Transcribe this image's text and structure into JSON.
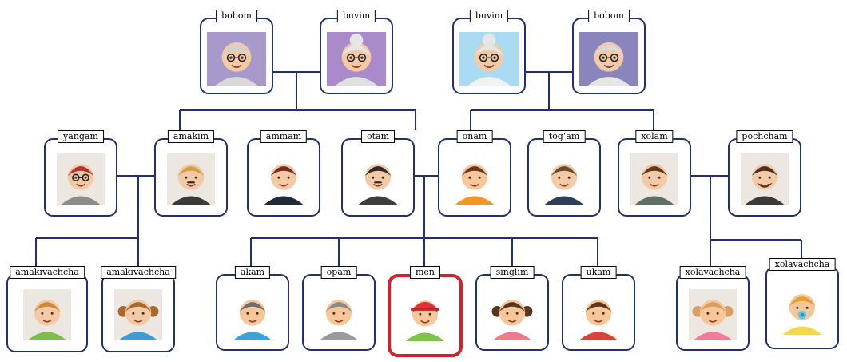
{
  "palette": {
    "line": "#22306b",
    "highlight": "#d5202a",
    "bg_lavender": "#a79acb",
    "bg_purple": "#a98acb",
    "bg_sky": "#a9dcf2",
    "bg_slate": "#8a86bd",
    "bg_cream": "#ece7e0"
  },
  "members": [
    {
      "id": "bobom-paternal",
      "label": "bobom",
      "face": "grandpa-face",
      "bg": "#a79acb",
      "skin": "#f3c9a6",
      "hair": "#d2d2d2",
      "shirt": "#d9d9d9",
      "glasses": true,
      "beard": false,
      "bun": false,
      "cap": false,
      "mustache": false,
      "pigtails": false,
      "pacifier": false
    },
    {
      "id": "buvim-paternal",
      "label": "buvim",
      "face": "grandma-face",
      "bg": "#a98acb",
      "skin": "#f3c9a6",
      "hair": "#e6e6e6",
      "shirt": "#e0e0e0",
      "glasses": true,
      "beard": false,
      "bun": true,
      "cap": false,
      "mustache": false,
      "pigtails": false,
      "pacifier": false
    },
    {
      "id": "buvim-maternal",
      "label": "buvim",
      "face": "grandma-face",
      "bg": "#a9dcf2",
      "skin": "#f3c9a6",
      "hair": "#e6e6e6",
      "shirt": "#f2f2f2",
      "glasses": true,
      "beard": false,
      "bun": true,
      "cap": false,
      "mustache": false,
      "pigtails": false,
      "pacifier": false
    },
    {
      "id": "bobom-maternal",
      "label": "bobom",
      "face": "grandpa-face",
      "bg": "#8a86bd",
      "skin": "#f3c9a6",
      "hair": "#d9d9d9",
      "shirt": "#e6e6e6",
      "glasses": true,
      "beard": true,
      "bun": false,
      "cap": false,
      "mustache": false,
      "pigtails": false,
      "pacifier": false
    },
    {
      "id": "yangam",
      "label": "yangam",
      "face": "aunt-face",
      "bg": "#ece7e0",
      "skin": "#f3c9a6",
      "hair": "#b3322d",
      "shirt": "#8c8c8c",
      "glasses": true,
      "beard": false,
      "bun": false,
      "cap": false,
      "mustache": false,
      "pigtails": false,
      "pacifier": false
    },
    {
      "id": "amakim",
      "label": "amakim",
      "face": "uncle-face",
      "bg": "#ece7e0",
      "skin": "#f3c9a6",
      "hair": "#d1a24a",
      "shirt": "#3a3a3a",
      "glasses": false,
      "beard": false,
      "bun": false,
      "cap": false,
      "mustache": true,
      "pigtails": false,
      "pacifier": false
    },
    {
      "id": "ammam",
      "label": "ammam",
      "face": "aunt-face",
      "bg": "#ffffff",
      "skin": "#f3c9a6",
      "hair": "#7a2a20",
      "shirt": "#1f2a3a",
      "glasses": false,
      "beard": false,
      "bun": false,
      "cap": false,
      "mustache": false,
      "pigtails": false,
      "pacifier": false
    },
    {
      "id": "otam",
      "label": "otam",
      "face": "father-face",
      "bg": "#ffffff",
      "skin": "#f3c9a6",
      "hair": "#2b2b2b",
      "shirt": "#3d3d3d",
      "glasses": false,
      "beard": false,
      "bun": false,
      "cap": false,
      "mustache": true,
      "pigtails": false,
      "pacifier": false
    },
    {
      "id": "onam",
      "label": "onam",
      "face": "mother-face",
      "bg": "#ffffff",
      "skin": "#f7c79a",
      "hair": "#6b3a1d",
      "shirt": "#f0962b",
      "glasses": false,
      "beard": false,
      "bun": false,
      "cap": false,
      "mustache": false,
      "pigtails": false,
      "pacifier": false
    },
    {
      "id": "togam",
      "label": "tog‘am",
      "face": "uncle-face",
      "bg": "#ffffff",
      "skin": "#f3c9a6",
      "hair": "#6b4a2a",
      "shirt": "#2e3e5a",
      "glasses": false,
      "beard": false,
      "bun": false,
      "cap": false,
      "mustache": false,
      "pigtails": false,
      "pacifier": false
    },
    {
      "id": "xolam",
      "label": "xolam",
      "face": "aunt-face",
      "bg": "#ece7e0",
      "skin": "#f3c9a6",
      "hair": "#5a3a22",
      "shirt": "#5f6f62",
      "glasses": false,
      "beard": false,
      "bun": false,
      "cap": false,
      "mustache": false,
      "pigtails": false,
      "pacifier": false
    },
    {
      "id": "pochcham",
      "label": "pochcham",
      "face": "uncle-face",
      "bg": "#ece7e0",
      "skin": "#f3c9a6",
      "hair": "#4a2f1d",
      "shirt": "#3a3a3a",
      "glasses": false,
      "beard": true,
      "bun": false,
      "cap": false,
      "mustache": false,
      "pigtails": false,
      "pacifier": false
    },
    {
      "id": "amakivachcha-1",
      "label": "amakivachcha",
      "face": "cousin-boy-face",
      "bg": "#ece7e0",
      "skin": "#f3c9a6",
      "hair": "#c98a3a",
      "shirt": "#7bbf4a",
      "glasses": false,
      "beard": false,
      "bun": false,
      "cap": false,
      "mustache": false,
      "pigtails": false,
      "pacifier": false
    },
    {
      "id": "amakivachcha-2",
      "label": "amakivachcha",
      "face": "cousin-girl-face",
      "bg": "#ece7e0",
      "skin": "#f3c9a6",
      "hair": "#a86a2c",
      "shirt": "#3f9ad6",
      "glasses": false,
      "beard": false,
      "bun": false,
      "cap": false,
      "mustache": false,
      "pigtails": true,
      "pacifier": false
    },
    {
      "id": "akam",
      "label": "akam",
      "face": "boy-face",
      "bg": "#ffffff",
      "skin": "#f7c79a",
      "hair": "#6d6d6d",
      "shirt": "#3aa3d8",
      "glasses": false,
      "beard": false,
      "bun": false,
      "cap": false,
      "mustache": false,
      "pigtails": false,
      "pacifier": false
    },
    {
      "id": "opam",
      "label": "opam",
      "face": "girl-face",
      "bg": "#ffffff",
      "skin": "#f7c79a",
      "hair": "#8a8a8a",
      "shirt": "#9a9a9a",
      "glasses": false,
      "beard": false,
      "bun": false,
      "cap": false,
      "mustache": false,
      "pigtails": false,
      "pacifier": false
    },
    {
      "id": "men",
      "label": "men",
      "face": "me-face",
      "bg": "#ffffff",
      "skin": "#f7c79a",
      "hair": "#4a3a2a",
      "shirt": "#7cc44a",
      "glasses": false,
      "beard": false,
      "bun": false,
      "cap": true,
      "mustache": false,
      "pigtails": false,
      "pacifier": false
    },
    {
      "id": "singlim",
      "label": "singlim",
      "face": "sister-face",
      "bg": "#ffffff",
      "skin": "#f7c79a",
      "hair": "#5a3520",
      "shirt": "#f07a8a",
      "glasses": false,
      "beard": false,
      "bun": false,
      "cap": false,
      "mustache": false,
      "pigtails": true,
      "pacifier": false
    },
    {
      "id": "ukam",
      "label": "ukam",
      "face": "brother-face",
      "bg": "#ffffff",
      "skin": "#f7c79a",
      "hair": "#5a3520",
      "shirt": "#d9443a",
      "glasses": false,
      "beard": false,
      "bun": false,
      "cap": false,
      "mustache": false,
      "pigtails": false,
      "pacifier": false
    },
    {
      "id": "xolavachcha-1",
      "label": "xolavachcha",
      "face": "cousin-girl-face",
      "bg": "#ece7e0",
      "skin": "#f7c79a",
      "hair": "#d8a060",
      "shirt": "#f27a9a",
      "glasses": false,
      "beard": false,
      "bun": false,
      "cap": false,
      "mustache": false,
      "pigtails": true,
      "pacifier": false
    },
    {
      "id": "xolavachcha-2",
      "label": "xolavachcha",
      "face": "baby-face",
      "bg": "#ffffff",
      "skin": "#f7c79a",
      "hair": "#e0a030",
      "shirt": "#f2d84a",
      "glasses": false,
      "beard": false,
      "bun": false,
      "cap": false,
      "mustache": false,
      "pigtails": false,
      "pacifier": true
    }
  ]
}
